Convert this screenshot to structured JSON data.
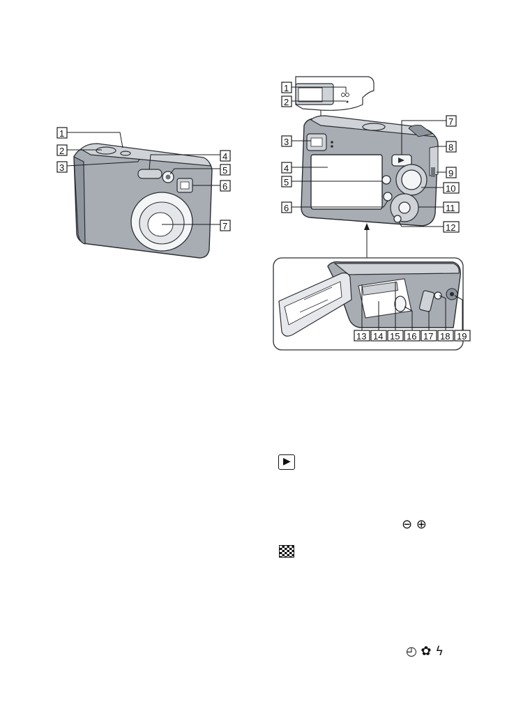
{
  "figure": {
    "front_view_callouts": [
      "1",
      "2",
      "3",
      "4",
      "5",
      "6",
      "7"
    ],
    "back_view_callouts": [
      "1",
      "2",
      "3",
      "4",
      "5",
      "6",
      "7",
      "8",
      "9",
      "10",
      "11",
      "12"
    ],
    "bottom_view_callouts": [
      "13",
      "14",
      "15",
      "16",
      "17",
      "18",
      "19"
    ]
  },
  "text_icons": {
    "playback": "▶",
    "zoom": "⊖ ⊕",
    "index": "▦",
    "control_buttons": "◴ ✿ ϟ"
  }
}
